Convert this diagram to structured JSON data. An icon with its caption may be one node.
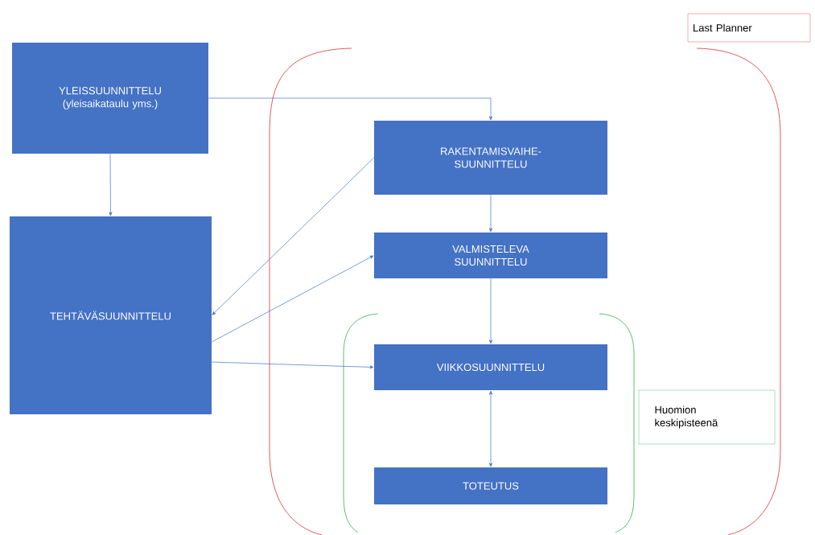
{
  "diagram": {
    "nodes": [
      {
        "text": [
          "YLEISSUUNNITTELU (yleisaikataulu yms.)"
        ]
      },
      {
        "text": [
          "TEHTÄVÄSUUNNITTELU"
        ]
      },
      {
        "text": [
          "RAKENTAMISVAIHE-SUUNNITTELU"
        ]
      },
      {
        "text": [
          "VALMISTELEVA SUUNNITTELU"
        ]
      },
      {
        "text": [
          "VIIKKOSUUNNITTELU"
        ]
      },
      {
        "text": [
          "TOTEUTUS"
        ]
      },
      {
        "text": [
          "Last Planner"
        ]
      },
      {
        "text": [
          "Huomion keskipisteenä"
        ]
      }
    ],
    "edges": [
      {
        "from": 0,
        "to": 2,
        "arrow": "to"
      },
      {
        "from": 0,
        "to": 1,
        "arrow": "to"
      },
      {
        "from": 2,
        "to": 1,
        "arrow": "to"
      },
      {
        "from": 1,
        "to": 3,
        "arrow": "to"
      },
      {
        "from": 1,
        "to": 4,
        "arrow": "to"
      },
      {
        "from": 2,
        "to": 3,
        "arrow": "to"
      },
      {
        "from": 3,
        "to": 4,
        "arrow": "to"
      },
      {
        "from": 4,
        "to": 5,
        "arrow": "both"
      }
    ]
  }
}
